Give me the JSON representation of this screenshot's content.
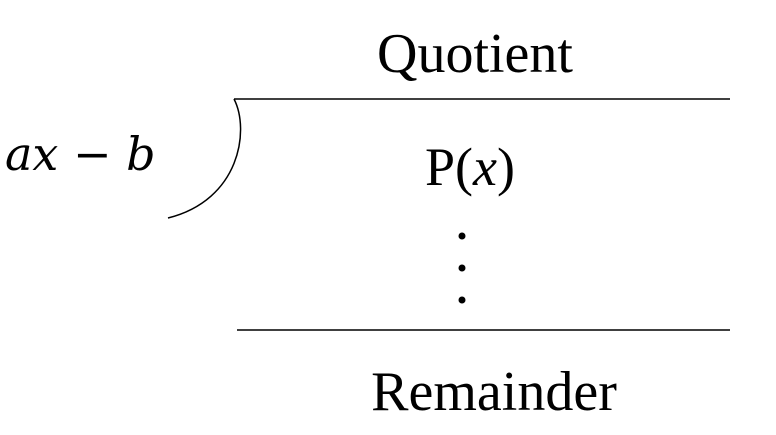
{
  "diagram": {
    "quotient_label": "Quotient",
    "divisor": "ax − b",
    "dividend_prefix": "P(",
    "dividend_var": "x",
    "dividend_suffix": ")",
    "remainder_label": "Remainder",
    "line_color": "#000000",
    "text_color": "#000000"
  }
}
